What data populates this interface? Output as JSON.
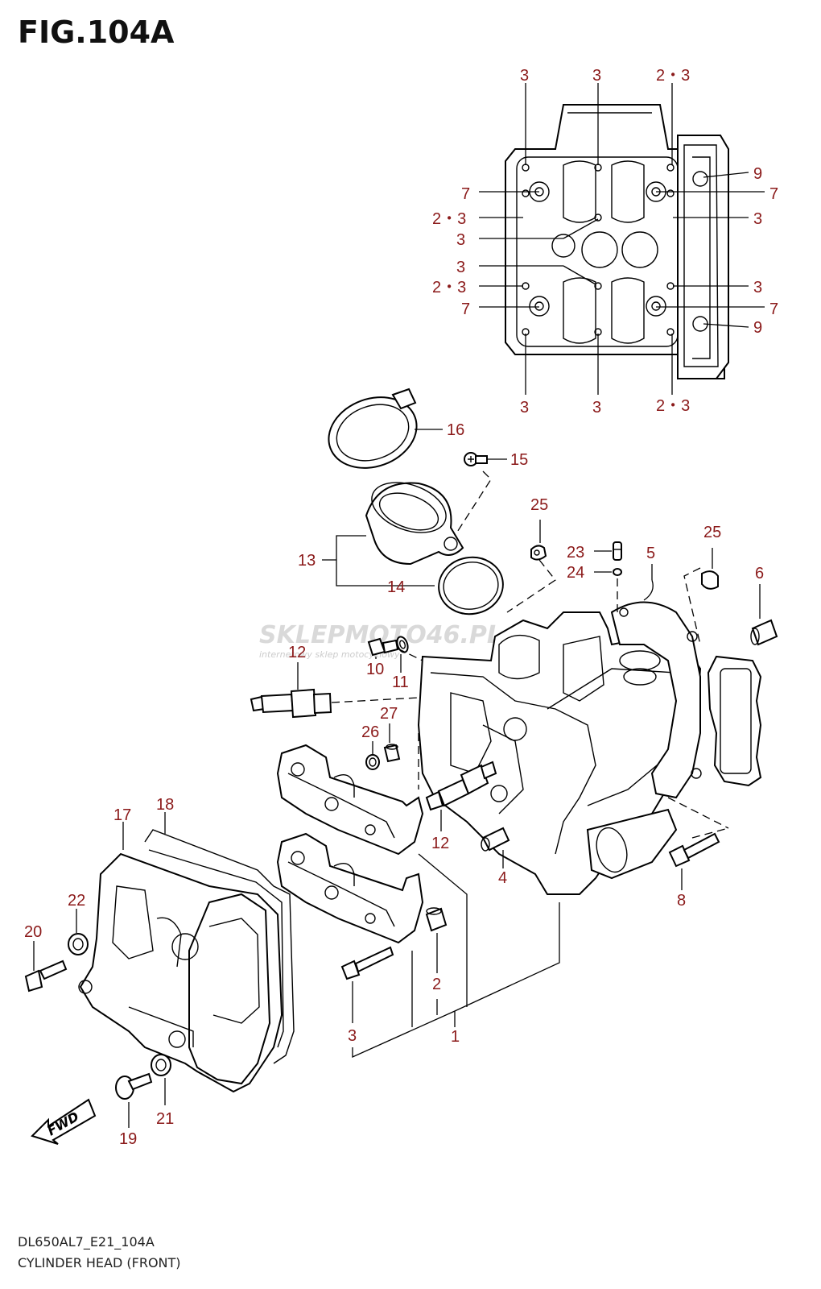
{
  "figure": {
    "title": "FIG.104A",
    "model_code": "DL650AL7_E21_104A",
    "description": "CYLINDER HEAD (FRONT)"
  },
  "watermark": {
    "brand": "SKLEPMOTO46.PL",
    "tagline": "internetowy sklep motocyklowy"
  },
  "fwd_badge": "FWD",
  "colors": {
    "label": "#8b1a1a",
    "line": "#000000",
    "watermark": "#d9d9d9"
  },
  "callouts": {
    "top_3_a": "3",
    "top_3_b": "3",
    "top_23_a": "2・3",
    "r_9_a": "9",
    "l_7_a": "7",
    "r_7_a": "7",
    "l_23_a": "2・3",
    "r_3_a": "3",
    "l_3_a": "3",
    "l_3_b": "3",
    "l_23_b": "2・3",
    "r_3_b": "3",
    "l_7_b": "7",
    "r_7_b": "7",
    "r_9_b": "9",
    "bot_3_a": "3",
    "bot_3_b": "3",
    "bot_23": "2・3",
    "p16": "16",
    "p15": "15",
    "p25_a": "25",
    "p25_b": "25",
    "p13": "13",
    "p14": "14",
    "p23": "23",
    "p24": "24",
    "p5": "5",
    "p6": "6",
    "p12_a": "12",
    "p10": "10",
    "p11": "11",
    "p27": "27",
    "p26": "26",
    "p12_b": "12",
    "p4": "4",
    "p8": "8",
    "p17": "17",
    "p18": "18",
    "p22": "22",
    "p20": "20",
    "p2": "2",
    "p3": "3",
    "p1": "1",
    "p19": "19",
    "p21": "21"
  }
}
